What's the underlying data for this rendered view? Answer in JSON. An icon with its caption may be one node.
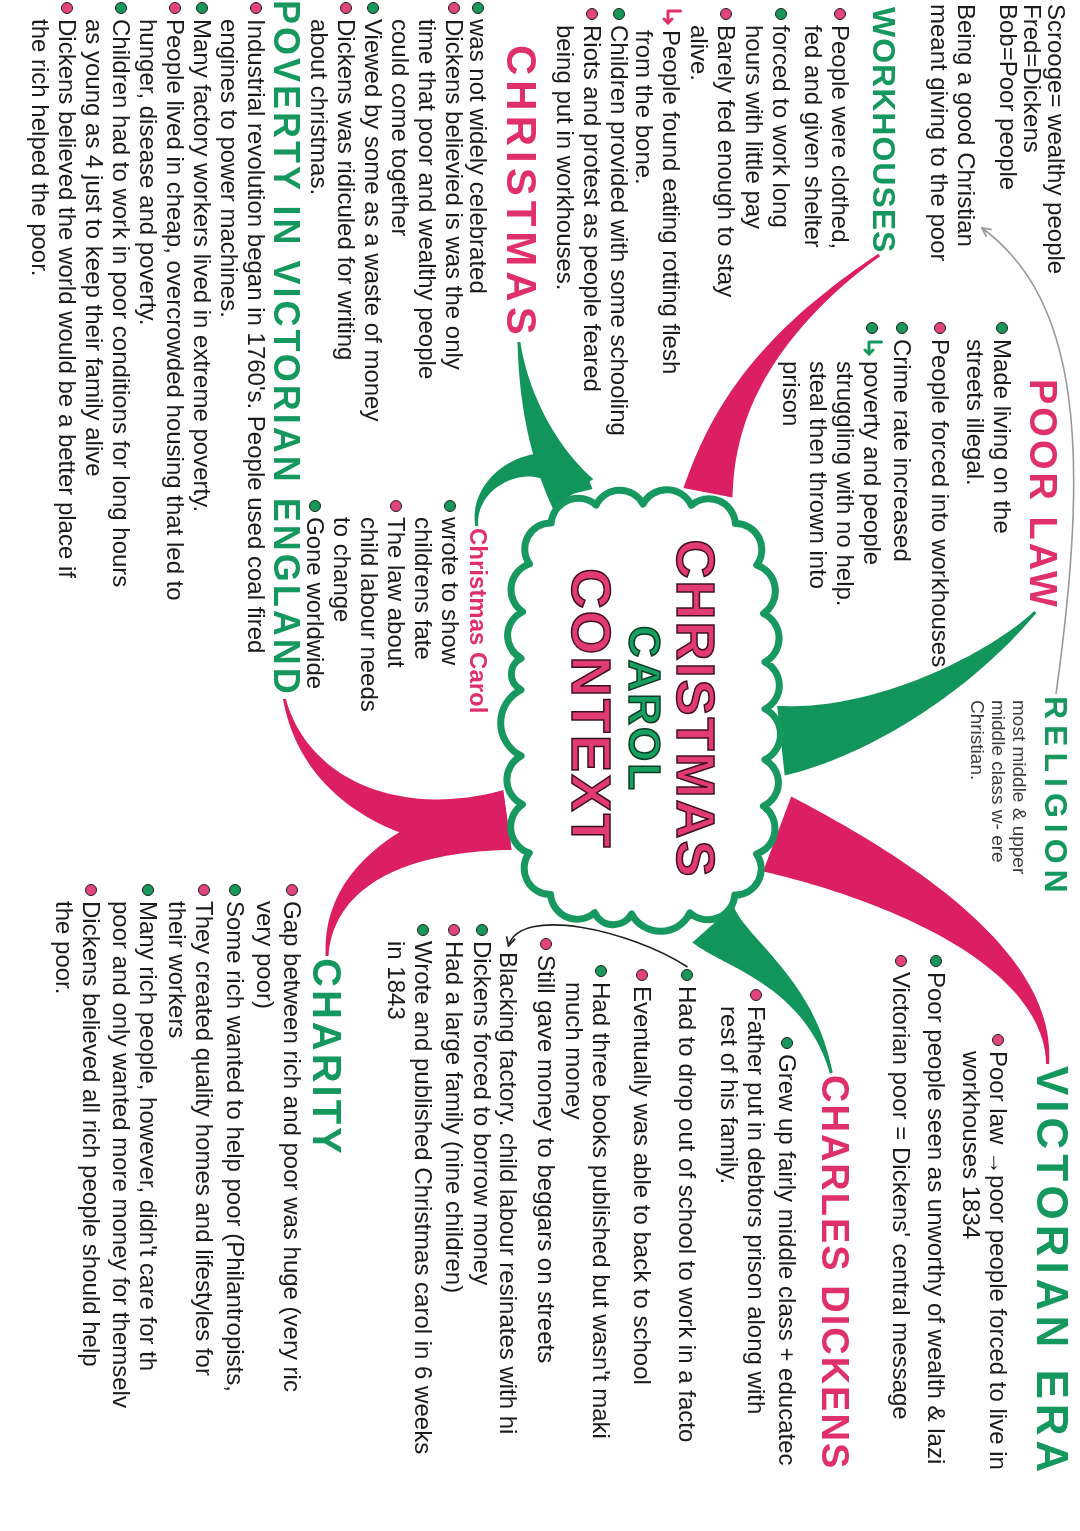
{
  "diagram": {
    "nodes": [
      {
        "text": [
          "Being a good Christian meant giving to the poor"
        ]
      },
      {
        "text": [
          "POOR LAW"
        ]
      },
      {
        "text": [
          "RELIGION"
        ]
      },
      {
        "text": [
          "VICTORIAN ERA"
        ]
      },
      {
        "text": [
          "WORKHOUSES"
        ]
      },
      {
        "text": [
          "CHRISTMAS",
          "CAROL",
          "CONTEXT"
        ]
      },
      {
        "text": [
          "CHARLES DICKENS"
        ]
      },
      {
        "text": [
          "Had to drop out of school to work in a facto"
        ]
      },
      {
        "text": [
          "Blacking factory. child labour resinates with hi"
        ]
      },
      {
        "text": [
          "CHRISTMAS"
        ]
      },
      {
        "text": [
          "Christmas Carol"
        ]
      },
      {
        "text": [
          "POVERTY IN VICTORIAN ENGLAND"
        ]
      },
      {
        "text": [
          "CHARITY"
        ]
      }
    ],
    "edges": [
      {
        "from": 5,
        "to": 4,
        "arrow": "none",
        "style": "thick",
        "color": "#dc1f62"
      },
      {
        "from": 5,
        "to": 1,
        "arrow": "none",
        "style": "thick",
        "color": "#11955a"
      },
      {
        "from": 5,
        "to": 3,
        "arrow": "none",
        "style": "thick",
        "color": "#dc1f62"
      },
      {
        "from": 5,
        "to": 6,
        "arrow": "none",
        "style": "thick",
        "color": "#11955a"
      },
      {
        "from": 5,
        "to": 11,
        "arrow": "none",
        "style": "thick",
        "color": "#dc1f62"
      },
      {
        "from": 5,
        "to": 12,
        "arrow": "none",
        "style": "thick",
        "color": "#dc1f62"
      },
      {
        "from": 5,
        "to": 9,
        "arrow": "none",
        "style": "thick",
        "color": "#11955a"
      },
      {
        "from": 5,
        "to": 10,
        "arrow": "none",
        "style": "thick",
        "color": "#11955a"
      },
      {
        "from": 2,
        "to": 0,
        "arrow": "to",
        "color": "#9a9a9a"
      },
      {
        "from": 7,
        "to": 8,
        "arrow": "to",
        "color": "#222222"
      }
    ],
    "labels": [
      "Scrooge= wealthy people",
      "Fred=Dickens",
      "Bob=Poor people",
      "Made living on the streets illegal.",
      "People forced into workhouses",
      "Crime rate increased",
      "poverty and people struggling with no help. steal then thrown into prison",
      "most middle & upper middle class w- ere Christian.",
      "Poor law →poor people forced to live in workhouses 1834",
      "Poor people seen as unworthy of wealth & lazi",
      "Victorian poor = Dickens' central message",
      "People were clothed, fed and given shelter",
      "forced to work long hours with little pay",
      "Barely fed enough to stay alive.",
      "People found eating rotting flesh from the bone.",
      "Children provided with some schooling",
      "Riots and protest as people feared being put in workhouses.",
      "Grew up fairly middle class + educatec",
      "Father put in debtors prison along with rest of his family.",
      "Eventually was able to back to school",
      "Had three books published but wasn't maki much money",
      "Still gave money to beggars on streets",
      "Dickens forced to borrow money",
      "Had a large family (nine children)",
      "Wrote and published Christmas carol in 6 weeks in 1843",
      "was not widely celebrated",
      "Dickens believied is was the only time that poor and wealthy people could come together",
      "Viewed by some as a waste of money",
      "Dickens was ridiculed for writing about christmas.",
      "wrote to show childrens fate",
      "The law about child labour needs to change",
      "Gone worldwide",
      "Industrial revolution began in 1760's. People used coal fired engines to power machines.",
      "Many factory workers lived in extreme poverty.",
      "People lived in cheap, overcrowded housing that led to hunger, disease and poverty.",
      "Children had to work in poor conditions for long hours as young as 4 just to keep their family alive",
      "Dickens believed the world would be a better place if the rich helped the poor.",
      "Gap between rich and poor was huge (very ric very poor)",
      "Some rich wanted to help poor (Philantropists,",
      "They created quality homes and lifestyles for their workers",
      "Many rich people, however, didn't care for th poor and only wanted more money for themselv",
      "Dickens believed all rich people should help the poor."
    ]
  }
}
